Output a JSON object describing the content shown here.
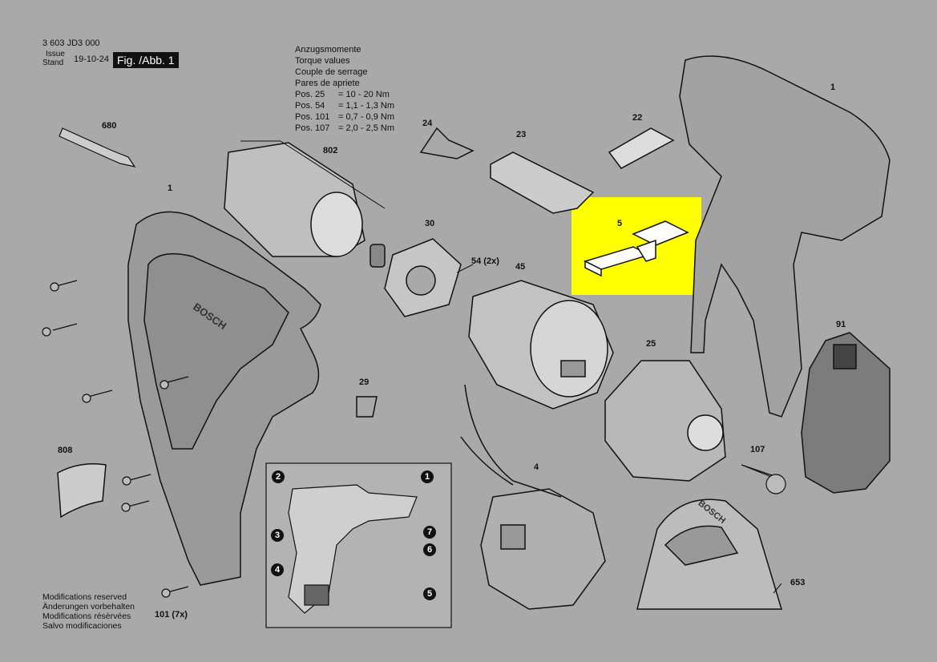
{
  "header": {
    "part_number": "3 603 JD3 000",
    "issue_label": "Issue",
    "stand_label": "Stand",
    "date": "19-10-24",
    "figure": "Fig. /Abb. 1"
  },
  "torque": {
    "lines": [
      "Anzugsmomente",
      "Torque values",
      "Couple de serrage",
      "Pares de apriete"
    ],
    "rows": [
      {
        "pos": "Pos. 25",
        "value": "= 10 - 20 Nm"
      },
      {
        "pos": "Pos. 54",
        "value": "= 1,1 - 1,3 Nm"
      },
      {
        "pos": "Pos. 101",
        "value": "= 0,7 - 0,9 Nm"
      },
      {
        "pos": "Pos. 107",
        "value": "= 2,0 - 2,5 Nm"
      }
    ]
  },
  "modifications": [
    "Modifications reserved",
    "Änderungen vorbehalten",
    "Modifications résèrvées",
    "Salvo modificaciones"
  ],
  "parts": {
    "p680": "680",
    "p802": "802",
    "p1a": "1",
    "p1b": "1",
    "p24": "24",
    "p23": "23",
    "p22": "22",
    "p5": "5",
    "p30": "30",
    "p54": "54 (2x)",
    "p45": "45",
    "p91": "91",
    "p25": "25",
    "p29": "29",
    "p808": "808",
    "p4": "4",
    "p107": "107",
    "p653": "653",
    "p101": "101 (7x)"
  },
  "inset_refs": [
    "1",
    "2",
    "3",
    "4",
    "5",
    "6",
    "7"
  ],
  "logo": "BOSCH",
  "colors": {
    "background": "#a9a9a9",
    "highlight": "#ffff00",
    "ink": "#111111"
  }
}
